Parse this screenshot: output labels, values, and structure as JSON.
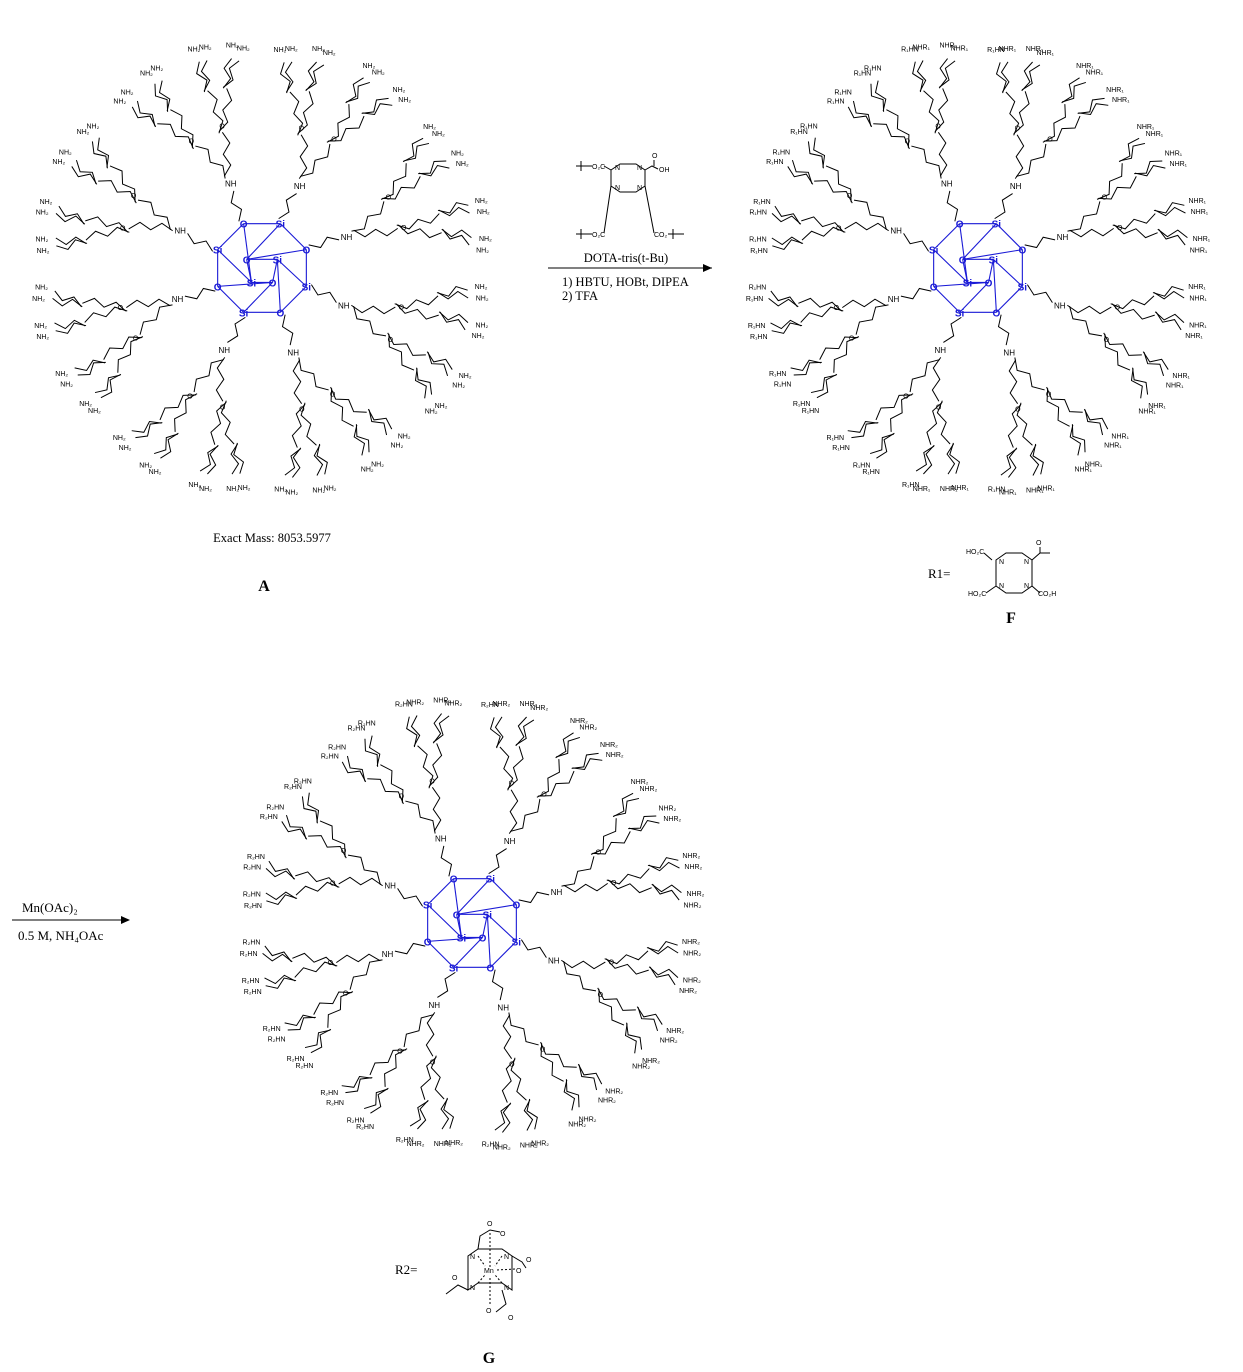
{
  "scheme": {
    "compound_A": {
      "label": "A",
      "mass_text": "Exact Mass: 8053.5977",
      "terminal_group": "NH₂",
      "internal_group": "NH",
      "carbonyl": "O",
      "cage_si": "Si",
      "cage_o": "O",
      "linker_n": "N"
    },
    "reaction_1": {
      "reagent_name": "DOTA-tris(t-Bu)",
      "step1": "1) HBTU, HOBt, DIPEA",
      "step2": "2) TFA",
      "dota_acid": "C–OH",
      "dota_ester": "O₂C",
      "dota_ester_right": "CO₂",
      "dota_n": "N",
      "dota_o": "O"
    },
    "compound_F": {
      "label": "F",
      "terminal_group": "NHR₁",
      "left_group": "R₁HN",
      "r_def_label": "R1=",
      "r_ho2c": "HO₂C",
      "r_co2h": "CO₂H",
      "r_n": "N",
      "r_o": "O"
    },
    "reaction_2": {
      "reagent": "Mn(OAc)₂",
      "conditions": "0.5 M, NH₄OAc"
    },
    "compound_G": {
      "label": "G",
      "terminal_group": "NHR₂",
      "left_group": "R₂HN",
      "r_def_label": "R2=",
      "r_mn": "Mn",
      "r_n": "N",
      "r_o": "O"
    }
  }
}
